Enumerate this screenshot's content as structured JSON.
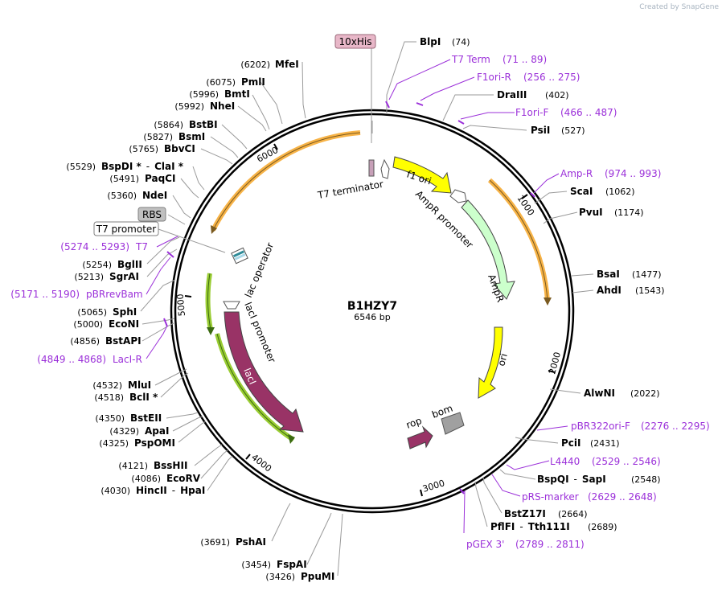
{
  "watermark": "Created by SnapGene",
  "plasmid": {
    "name": "B1HZY7",
    "length": "6546 bp"
  },
  "ticks": [
    "1000",
    "2000",
    "3000",
    "4000",
    "5000",
    "6000"
  ],
  "enzymes": {
    "blpi": {
      "name": "BlpI",
      "pos": "(74)"
    },
    "draiii": {
      "name": "DraIII",
      "pos": "(402)"
    },
    "psii": {
      "name": "PsiI",
      "pos": "(527)"
    },
    "scai": {
      "name": "ScaI",
      "pos": "(1062)"
    },
    "pvui": {
      "name": "PvuI",
      "pos": "(1174)"
    },
    "bsai": {
      "name": "BsaI",
      "pos": "(1477)"
    },
    "ahdi": {
      "name": "AhdI",
      "pos": "(1543)"
    },
    "alwni": {
      "name": "AlwNI",
      "pos": "(2022)"
    },
    "pcii": {
      "name": "PciI",
      "pos": "(2431)"
    },
    "bspqi": {
      "name": "BspQI",
      "sep": "-",
      "name2": "SapI",
      "pos": "(2548)"
    },
    "bstz17i": {
      "name": "BstZ17I",
      "pos": "(2664)"
    },
    "pflfi": {
      "name": "PflFI",
      "sep": "-",
      "name2": "Tth111I",
      "pos": "(2689)"
    },
    "mfei": {
      "name": "MfeI",
      "pos": "(6202)"
    },
    "pmli": {
      "name": "PmlI",
      "pos": "(6075)"
    },
    "bmti": {
      "name": "BmtI",
      "pos": "(5996)"
    },
    "nhei": {
      "name": "NheI",
      "pos": "(5992)"
    },
    "bstbi": {
      "name": "BstBI",
      "pos": "(5864)"
    },
    "bsmi": {
      "name": "BsmI",
      "pos": "(5827)"
    },
    "bbvci": {
      "name": "BbvCI",
      "pos": "(5765)"
    },
    "bspdi": {
      "name": "BspDI *",
      "sep": "-",
      "name2": "ClaI *",
      "pos": "(5529)"
    },
    "paqci": {
      "name": "PaqCI",
      "pos": "(5491)"
    },
    "ndei": {
      "name": "NdeI",
      "pos": "(5360)"
    },
    "bglii": {
      "name": "BglII",
      "pos": "(5254)"
    },
    "sgrai": {
      "name": "SgrAI",
      "pos": "(5213)"
    },
    "sphi": {
      "name": "SphI",
      "pos": "(5065)"
    },
    "econi": {
      "name": "EcoNI",
      "pos": "(5000)"
    },
    "bstapi": {
      "name": "BstAPI",
      "pos": "(4856)"
    },
    "mlui": {
      "name": "MluI",
      "pos": "(4532)"
    },
    "bcli": {
      "name": "BclI *",
      "pos": "(4518)"
    },
    "bsteii": {
      "name": "BstEII",
      "pos": "(4350)"
    },
    "apai": {
      "name": "ApaI",
      "pos": "(4329)"
    },
    "pspomi": {
      "name": "PspOMI",
      "pos": "(4325)"
    },
    "bsshii": {
      "name": "BssHII",
      "pos": "(4121)"
    },
    "ecorv": {
      "name": "EcoRV",
      "pos": "(4086)"
    },
    "hincii": {
      "name": "HincII",
      "sep": "-",
      "name2": "HpaI",
      "pos": "(4030)"
    },
    "pshai": {
      "name": "PshAI",
      "pos": "(3691)"
    },
    "fspai": {
      "name": "FspAI",
      "pos": "(3454)"
    },
    "ppumi": {
      "name": "PpuMI",
      "pos": "(3426)"
    }
  },
  "primers": {
    "t7term": {
      "name": "T7 Term",
      "range": "(71 .. 89)"
    },
    "f1orir": {
      "name": "F1ori-R",
      "range": "(256 .. 275)"
    },
    "f1orif": {
      "name": "F1ori-F",
      "range": "(466 .. 487)"
    },
    "ampr": {
      "name": "Amp-R",
      "range": "(974 .. 993)"
    },
    "pbr322": {
      "name": "pBR322ori-F",
      "range": "(2276 .. 2295)"
    },
    "l4440": {
      "name": "L4440",
      "range": "(2529 .. 2546)"
    },
    "prs": {
      "name": "pRS-marker",
      "range": "(2629 .. 2648)"
    },
    "pgex": {
      "name": "pGEX 3'",
      "range": "(2789 .. 2811)"
    },
    "t7": {
      "name": "T7",
      "range": "(5274 .. 5293)"
    },
    "pbrrevbam": {
      "name": "pBRrevBam",
      "range": "(5171 .. 5190)"
    },
    "lacir": {
      "name": "LacI-R",
      "range": "(4849 .. 4868)"
    }
  },
  "features": {
    "his": "10xHis",
    "rbs": "RBS",
    "t7promoter": "T7 promoter",
    "t7terminator": "T7 terminator",
    "f1ori": "f1 ori",
    "amprpromoter": "AmpR promoter",
    "ampr": "AmpR",
    "ori": "ori",
    "bom": "bom",
    "rop": "rop",
    "laci": "lacI",
    "lacipromoter": "lacI promoter",
    "lacoperator": "lac operator"
  },
  "colors": {
    "primer": "#9b30d9",
    "f1ori": "#ffff00",
    "ampr": "#ccffcc",
    "laci": "#993366",
    "rop": "#993366",
    "bom": "#a0a0a0",
    "orf_arc_ampr": "#f7b347",
    "orf_arc_laci": "#99cc33"
  }
}
